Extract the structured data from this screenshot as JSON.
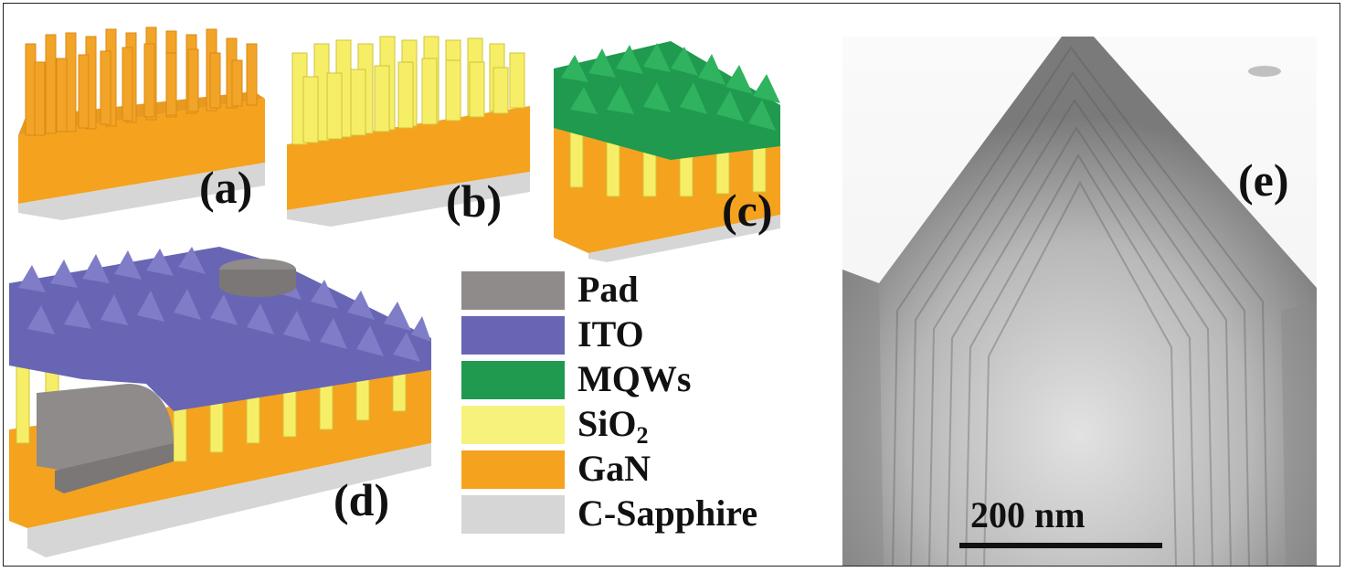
{
  "panels": {
    "a": "(a)",
    "b": "(b)",
    "c": "(c)",
    "d": "(d)",
    "e": "(e)"
  },
  "legend": {
    "items": [
      {
        "label": "Pad",
        "color": "#8f8b8a"
      },
      {
        "label": "ITO",
        "color": "#6866b4"
      },
      {
        "label": "MQWs",
        "color": "#1f9a4f"
      },
      {
        "label": "SiO",
        "sub": "2",
        "color": "#f7f27c"
      },
      {
        "label": "GaN",
        "color": "#f5a21f"
      },
      {
        "label": "C-Sapphire",
        "color": "#d6d6d6"
      }
    ]
  },
  "scale_bar": {
    "label": "200 nm"
  }
}
